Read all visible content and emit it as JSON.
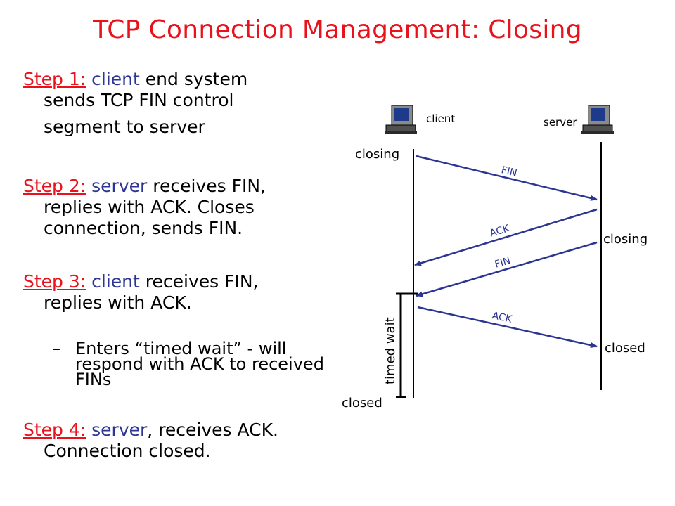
{
  "title": "TCP Connection Management: Closing",
  "steps": [
    {
      "head": "Step 1:",
      "actor": "client",
      "line1": " end system",
      "cont": [
        "sends TCP FIN control",
        "segment to server"
      ]
    },
    {
      "head": "Step 2:",
      "actor": "server",
      "line1": " receives FIN,",
      "cont": [
        "replies with ACK. Closes",
        "connection, sends FIN."
      ]
    },
    {
      "head": "Step 3:",
      "actor": "client",
      "line1": " receives FIN,",
      "cont": [
        "replies with ACK."
      ]
    },
    {
      "head": "Step 4:",
      "actor": "server",
      "line1": ", receives ACK.",
      "cont": [
        "Connection closed."
      ]
    }
  ],
  "bullet": {
    "dash": "–",
    "text": "Enters “timed wait” - will respond with ACK to received FINs"
  },
  "diagram": {
    "client_label": "client",
    "server_label": "server",
    "client_closing": "closing",
    "server_closing": "closing",
    "client_closed": "closed",
    "server_closed": "closed",
    "timed_wait": "timed wait",
    "messages": [
      "FIN",
      "ACK",
      "FIN",
      "ACK"
    ]
  },
  "colors": {
    "title": "#e8121c",
    "actor": "#2d3593",
    "arrow": "#2d3593",
    "timeline": "#000000"
  },
  "icons": [
    "computer-icon",
    "computer-icon"
  ]
}
